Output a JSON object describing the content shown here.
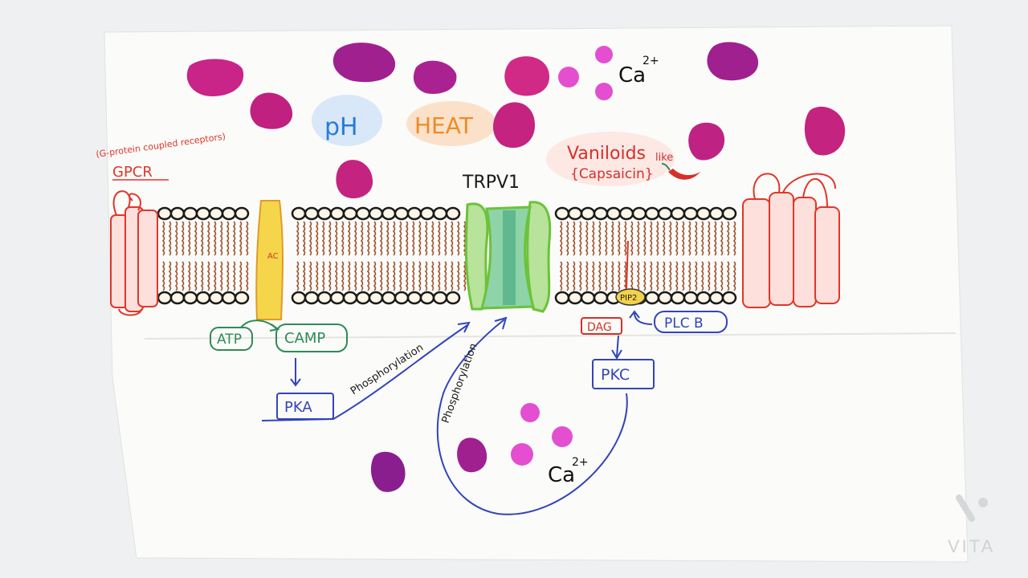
{
  "labels": {
    "gpcr_note": "(G-protein coupled receptors)",
    "gpcr": "GPCR",
    "ph": "pH",
    "heat": "HEAT",
    "vanilloids": "Vaniloids",
    "like": "like",
    "capsaicin": "{Capsaicin}",
    "trpv1": "TRPV1",
    "ca_top": "Ca",
    "ca_top_sup": "2+",
    "ca_bottom": "Ca",
    "ca_bottom_sup": "2+",
    "ac": "AC",
    "pip2": "PIP2",
    "atp": "ATP",
    "camp": "CAMP",
    "pka": "PKA",
    "dag": "DAG",
    "plcb": "PLC B",
    "pkc": "PKC",
    "phos1": "Phosphorylation",
    "phos2": "Phosphorylation"
  },
  "watermark": "VITA",
  "colors": {
    "paper": "#fbfbf9",
    "receptor": "#e0362a",
    "head": "#1a1a1a",
    "tail": "#a0522d",
    "channel": "#7ccc3a",
    "channel_core": "#3aa37a",
    "ac": "#f2d24a",
    "atp_box": "#2e8b57",
    "kinase_box": "#3344bb",
    "dag_box": "#d4312a",
    "stone": "#c0247c",
    "stone_dark": "#7a1a8a",
    "ca_dot": "#e34fd0"
  }
}
